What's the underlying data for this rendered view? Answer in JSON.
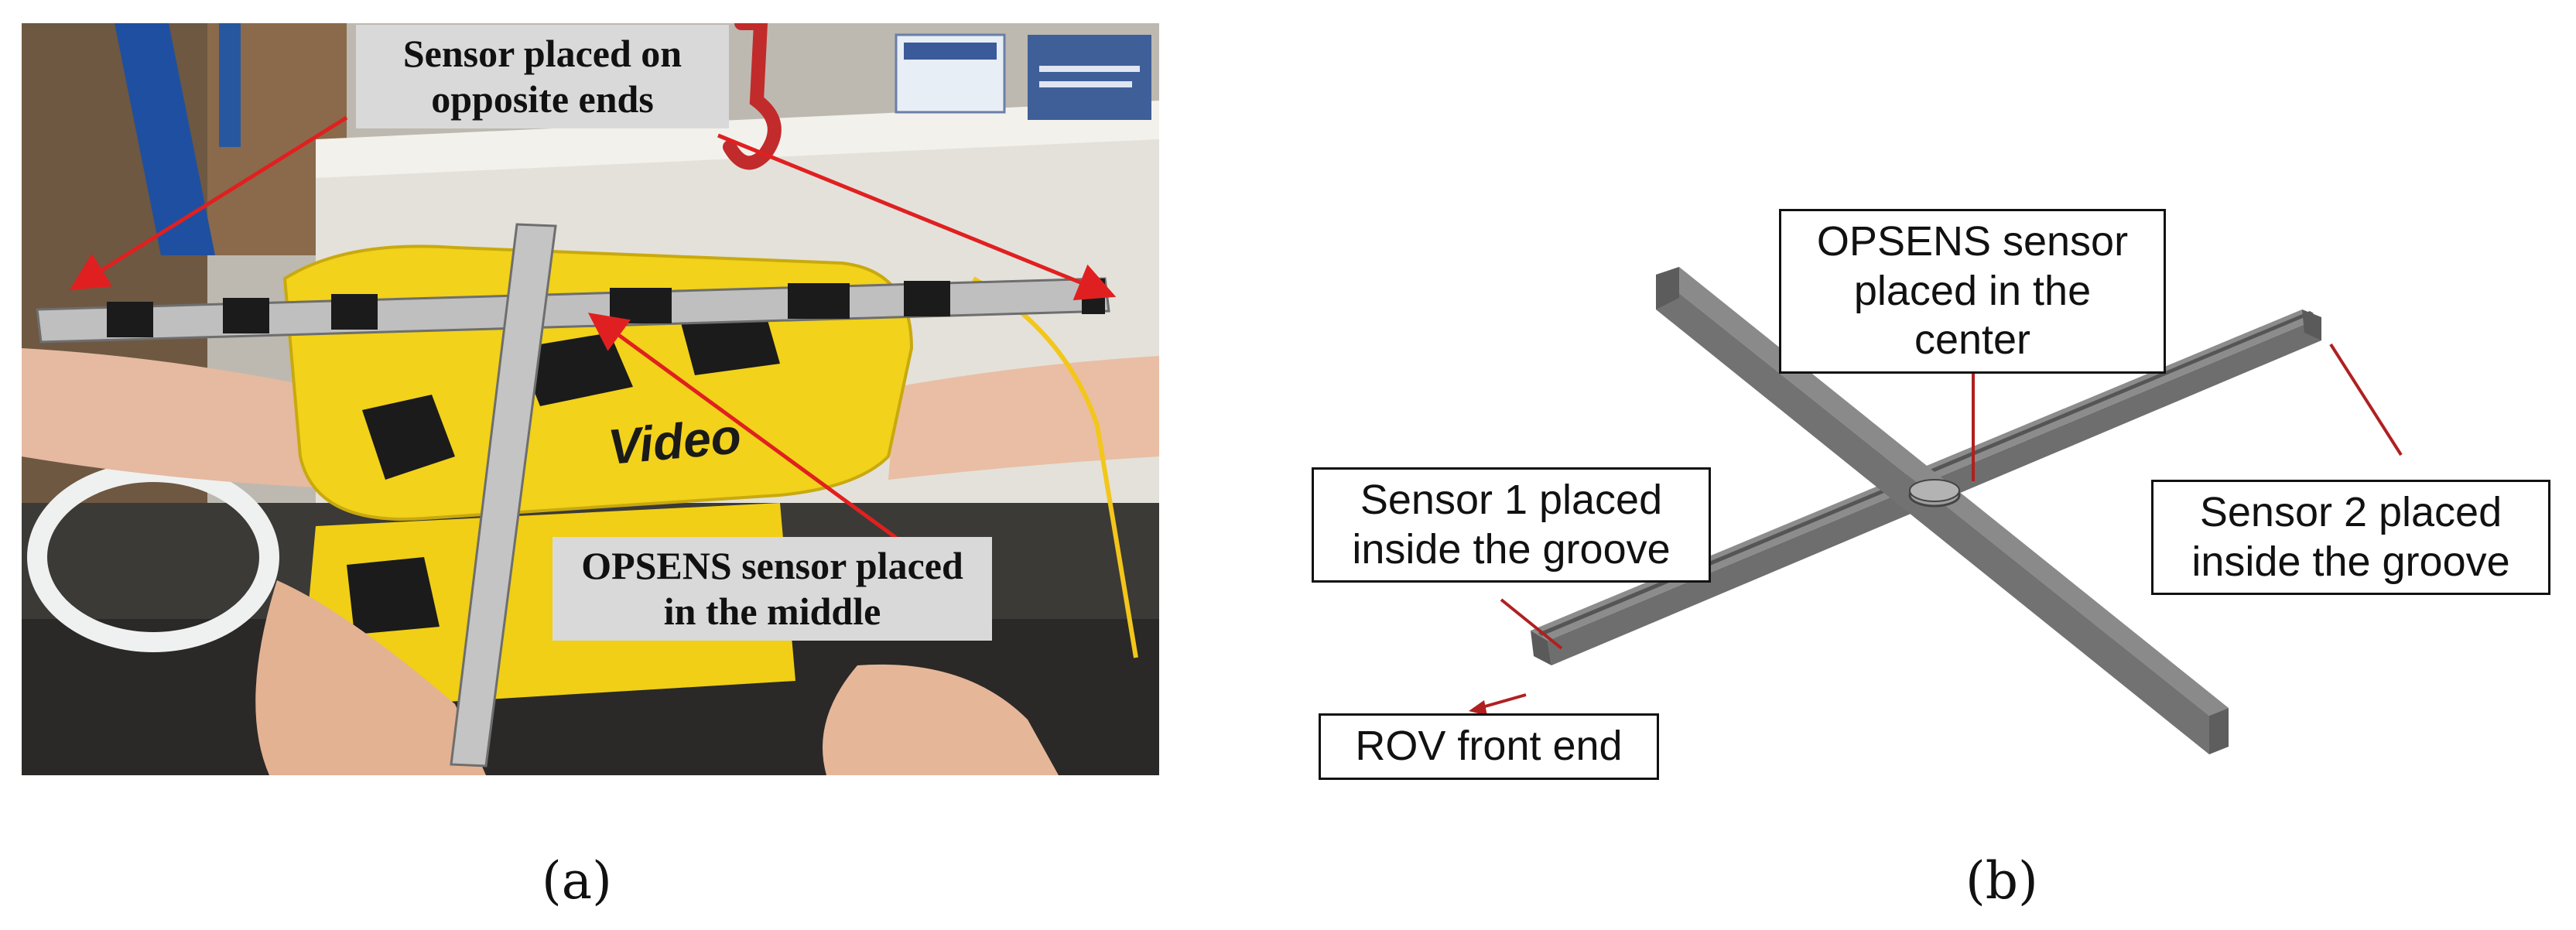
{
  "panel_a": {
    "caption": "(a)",
    "labels": {
      "opposite_ends": "Sensor placed on opposite ends",
      "middle": "OPSENS sensor placed in the middle"
    },
    "photo_text": "Video",
    "colors": {
      "arrow": "#e02020",
      "rov_body": "#f2d21a"
    }
  },
  "panel_b": {
    "caption": "(b)",
    "labels": {
      "center": "OPSENS sensor placed in the center",
      "sensor1": "Sensor 1 placed inside the groove",
      "sensor2": "Sensor 2 placed inside the groove",
      "front": "ROV front end"
    },
    "colors": {
      "leader_line": "#b02020",
      "frame": "#7d7d7d"
    }
  }
}
